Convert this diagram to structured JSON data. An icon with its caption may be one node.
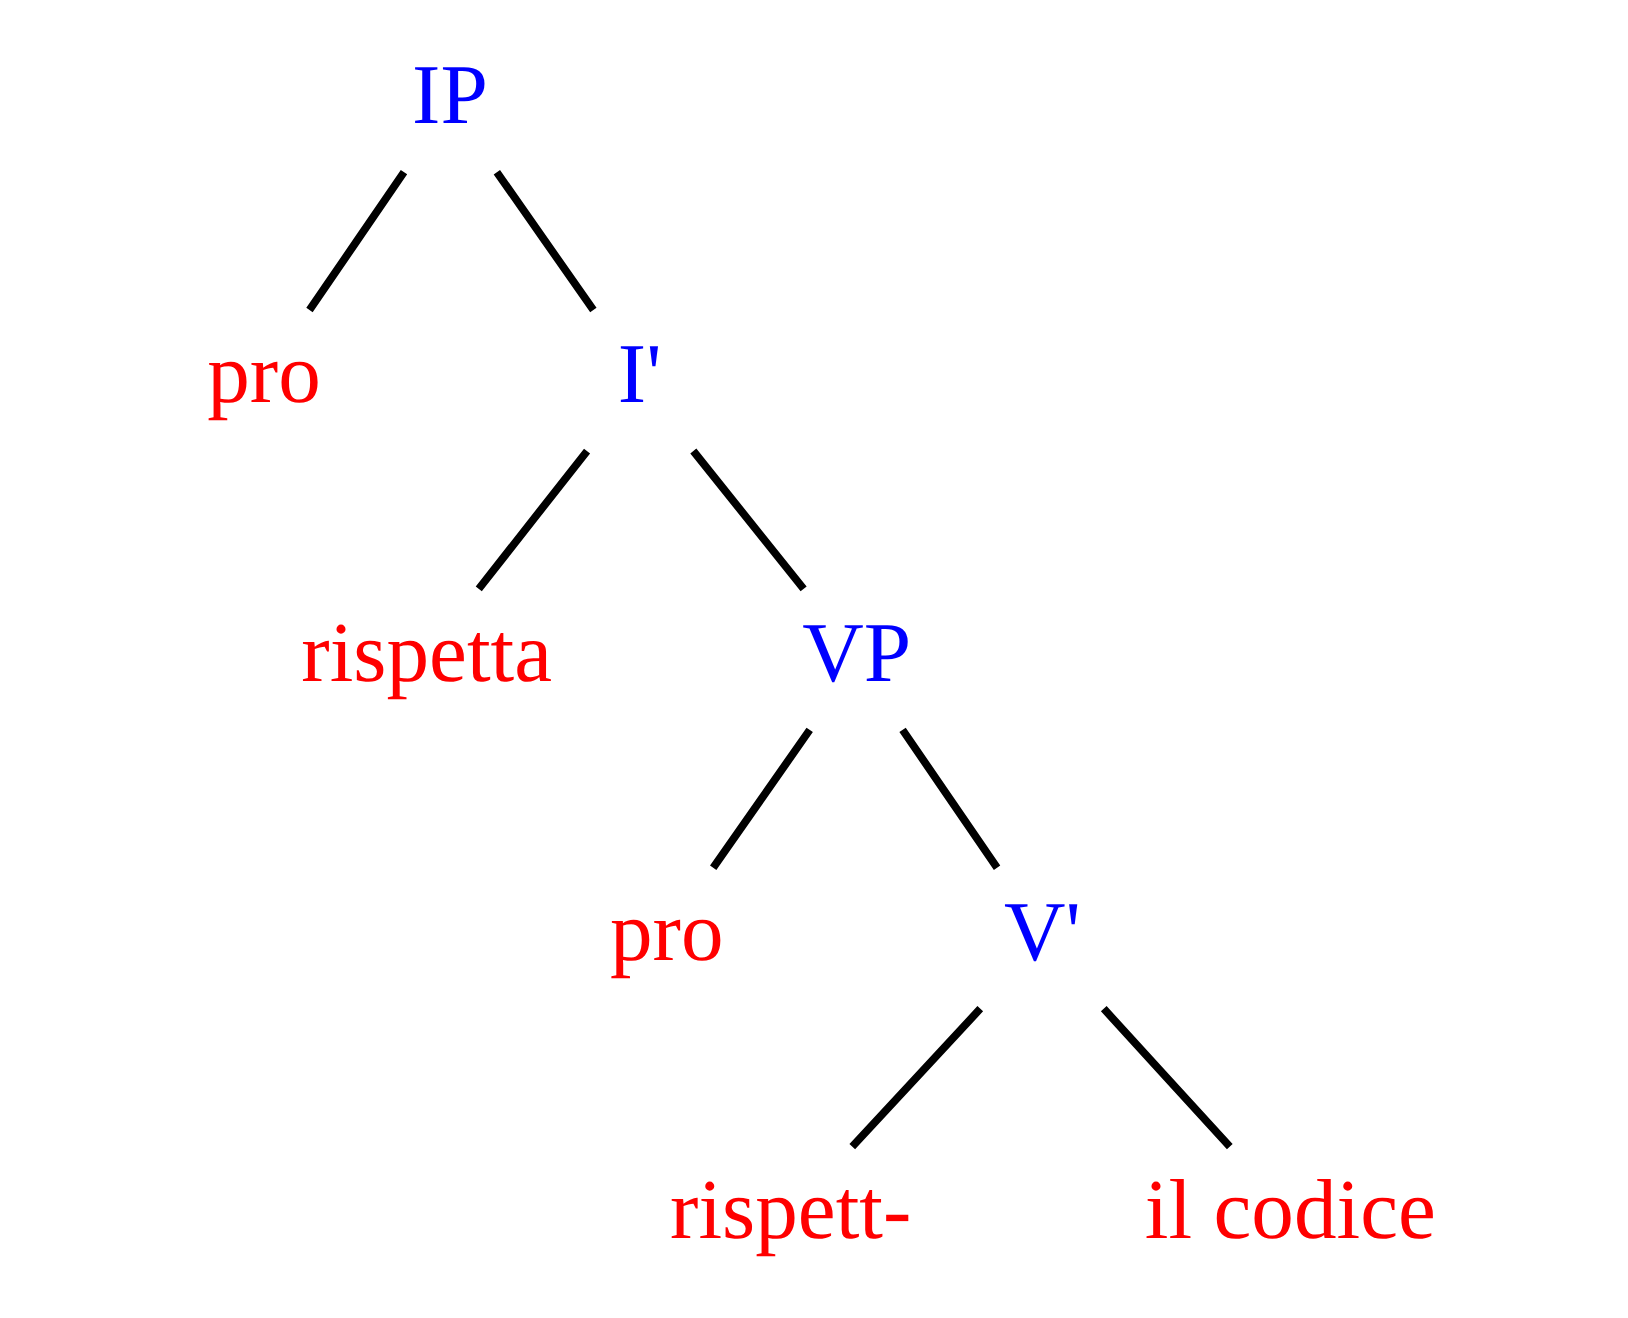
{
  "diagram": {
    "nodes": [
      {
        "text": [
          "IP"
        ]
      },
      {
        "text": [
          "pro"
        ]
      },
      {
        "text": [
          "I'"
        ]
      },
      {
        "text": [
          "rispetta"
        ]
      },
      {
        "text": [
          "VP"
        ]
      },
      {
        "text": [
          "pro"
        ]
      },
      {
        "text": [
          "V'"
        ]
      },
      {
        "text": [
          "rispett-"
        ]
      },
      {
        "text": [
          "il codice"
        ]
      }
    ],
    "edges": [
      {
        "from": 0,
        "to": 1,
        "arrow": "none"
      },
      {
        "from": 0,
        "to": 2,
        "arrow": "none"
      },
      {
        "from": 2,
        "to": 3,
        "arrow": "none"
      },
      {
        "from": 2,
        "to": 4,
        "arrow": "none"
      },
      {
        "from": 4,
        "to": 5,
        "arrow": "none"
      },
      {
        "from": 4,
        "to": 6,
        "arrow": "none"
      },
      {
        "from": 6,
        "to": 7,
        "arrow": "none"
      },
      {
        "from": 6,
        "to": 8,
        "arrow": "none"
      }
    ]
  }
}
